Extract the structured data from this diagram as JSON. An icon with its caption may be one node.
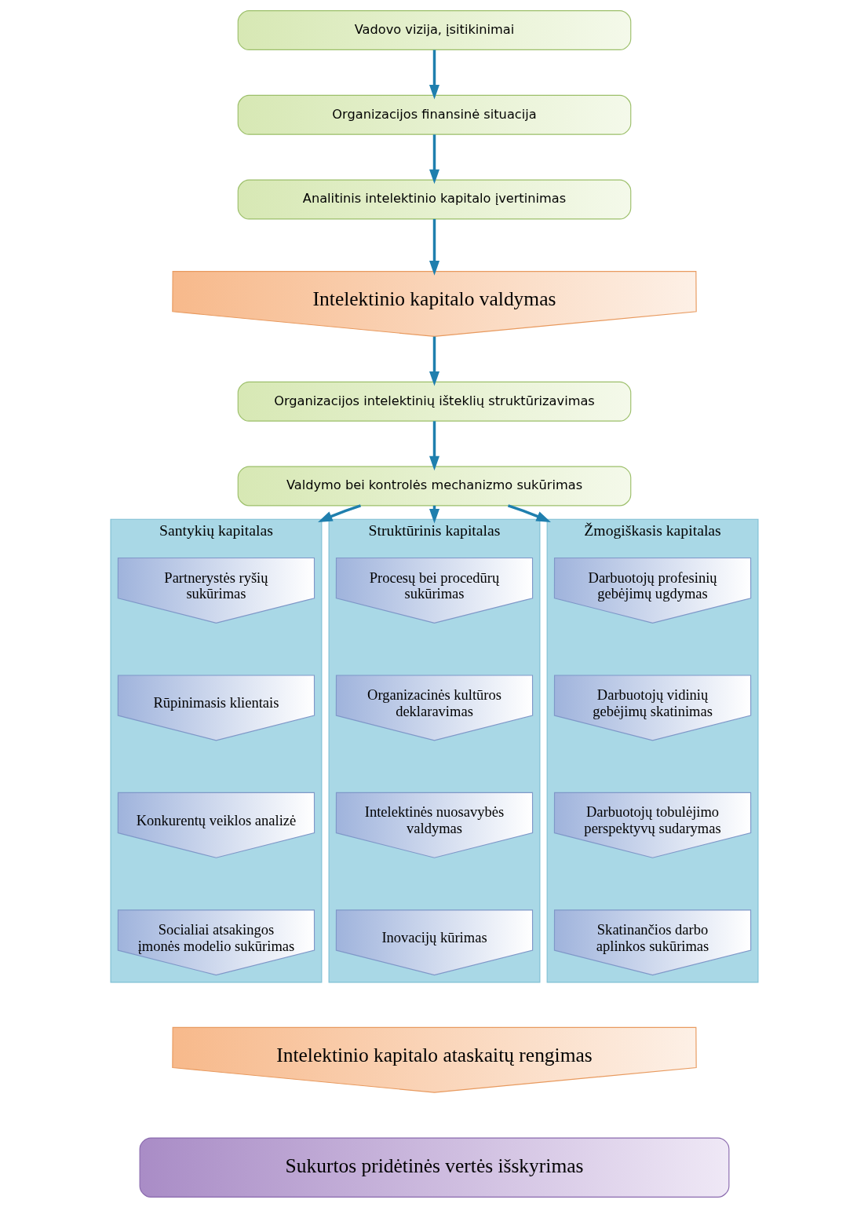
{
  "diagram": {
    "nodes": [
      {
        "text": [
          "Vadovo vizija, įsitikinimai"
        ]
      },
      {
        "text": [
          "Organizacijos finansinė situacija"
        ]
      },
      {
        "text": [
          "Analitinis intelektinio kapitalo įvertinimas"
        ]
      },
      {
        "text": [
          "Intelektinio kapitalo valdymas"
        ]
      },
      {
        "text": [
          "Organizacijos intelektinių išteklių struktūrizavimas"
        ]
      },
      {
        "text": [
          "Valdymo bei kontrolės mechanizmo sukūrimas"
        ]
      },
      {
        "text": [
          "Santykių kapitalas"
        ]
      },
      {
        "text": [
          "Partnerystės ryšių sukūrimas"
        ],
        "in": 6
      },
      {
        "text": [
          "Rūpinimasis klientais"
        ],
        "in": 6
      },
      {
        "text": [
          "Konkurentų veiklos analizė"
        ],
        "in": 6
      },
      {
        "text": [
          "Socialiai atsakingos įmonės modelio sukūrimas"
        ],
        "in": 6
      },
      {
        "text": [
          "Struktūrinis kapitalas"
        ]
      },
      {
        "text": [
          "Procesų bei procedūrų sukūrimas"
        ],
        "in": 11
      },
      {
        "text": [
          "Organizacinės kultūros deklaravimas"
        ],
        "in": 11
      },
      {
        "text": [
          "Intelektinės nuosavybės valdymas"
        ],
        "in": 11
      },
      {
        "text": [
          "Inovacijų kūrimas"
        ],
        "in": 11
      },
      {
        "text": [
          "Žmogiškasis kapitalas"
        ]
      },
      {
        "text": [
          "Darbuotojų profesinių gebėjimų ugdymas"
        ],
        "in": 16
      },
      {
        "text": [
          "Darbuotojų vidinių gebėjimų skatinimas"
        ],
        "in": 16
      },
      {
        "text": [
          "Darbuotojų tobulėjimo perspektyvų sudarymas"
        ],
        "in": 16
      },
      {
        "text": [
          "Skatinančios darbo aplinkos sukūrimas"
        ],
        "in": 16
      },
      {
        "text": [
          "Intelektinio kapitalo ataskaitų rengimas"
        ]
      },
      {
        "text": [
          "Sukurtos pridėtinės vertės išskyrimas"
        ]
      }
    ],
    "edges": [
      {
        "from": 0,
        "to": 1,
        "arrow": "to"
      },
      {
        "from": 1,
        "to": 2,
        "arrow": "to"
      },
      {
        "from": 2,
        "to": 3,
        "arrow": "to"
      },
      {
        "from": 3,
        "to": 4,
        "arrow": "to"
      },
      {
        "from": 4,
        "to": 5,
        "arrow": "to"
      },
      {
        "from": 5,
        "to": 6,
        "arrow": "to"
      },
      {
        "from": 5,
        "to": 11,
        "arrow": "to"
      },
      {
        "from": 5,
        "to": 16,
        "arrow": "to"
      }
    ]
  }
}
